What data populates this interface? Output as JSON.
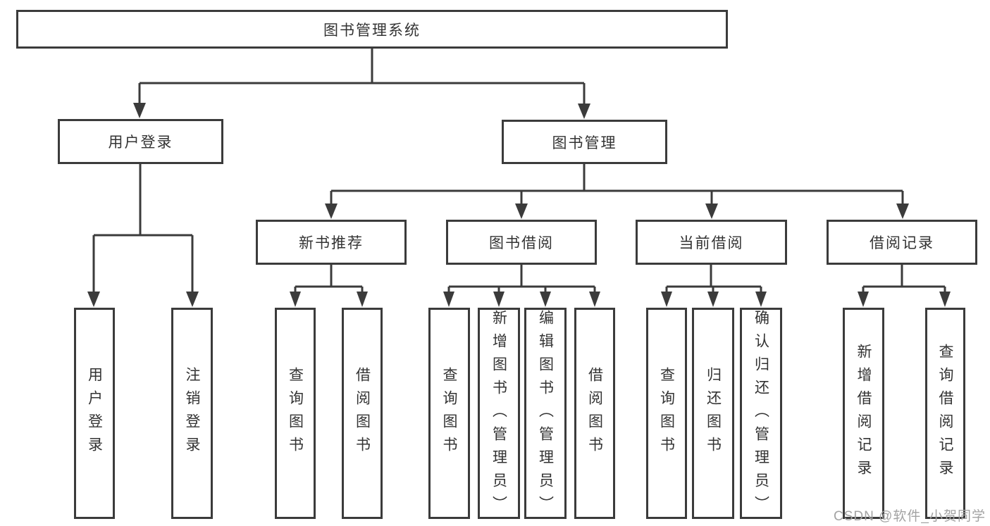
{
  "diagram": {
    "root": {
      "label": "图书管理系统"
    },
    "branches": [
      {
        "label": "用户登录",
        "children": [
          {
            "label": "用户登录"
          },
          {
            "label": "注销登录"
          }
        ]
      },
      {
        "label": "图书管理",
        "children": [
          {
            "label": "新书推荐",
            "children": [
              {
                "label": "查询图书"
              },
              {
                "label": "借阅图书"
              }
            ]
          },
          {
            "label": "图书借阅",
            "children": [
              {
                "label": "查询图书"
              },
              {
                "label": "新增图书（管理员）"
              },
              {
                "label": "编辑图书（管理员）"
              },
              {
                "label": "借阅图书"
              }
            ]
          },
          {
            "label": "当前借阅",
            "children": [
              {
                "label": "查询图书"
              },
              {
                "label": "归还图书"
              },
              {
                "label": "确认归还（管理员）"
              }
            ]
          },
          {
            "label": "借阅记录",
            "children": [
              {
                "label": "新增借阅记录"
              },
              {
                "label": "查询借阅记录"
              }
            ]
          }
        ]
      }
    ]
  },
  "watermark": {
    "text": "CSDN @软件_小贺同学"
  },
  "colors": {
    "line": "#3b3b3b",
    "text": "#333333",
    "watermark": "#a3a3a3",
    "background": "#ffffff"
  }
}
